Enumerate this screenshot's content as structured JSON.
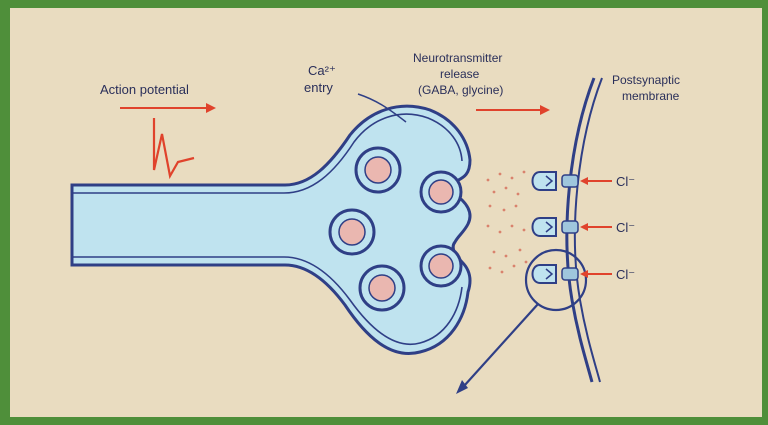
{
  "labels": {
    "action_potential": "Action potential",
    "ca_entry_line1": "Ca²⁺",
    "ca_entry_line2": "entry",
    "nt_line1": "Neurotransmitter",
    "nt_line2": "release",
    "nt_line3": "(GABA, glycine)",
    "post_line1": "Postsynaptic",
    "post_line2": "membrane",
    "cl1": "Cl⁻",
    "cl2": "Cl⁻",
    "cl3": "Cl⁻"
  },
  "colors": {
    "frame": "#4f8f3a",
    "background": "#e9dcc0",
    "axon_fill": "#bfe3ef",
    "membrane": "#2f3f86",
    "vesicle_fill": "#eab7b0",
    "arrow": "#e0432c",
    "text": "#2a2f5a"
  }
}
